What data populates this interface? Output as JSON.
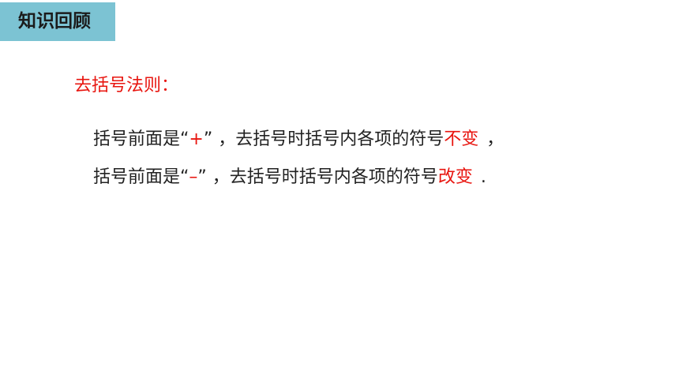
{
  "header": {
    "tag_label": "知识回顾"
  },
  "colors": {
    "tag_bg": "#7cc3d3",
    "accent_red": "#e8150f",
    "text": "#222222"
  },
  "rule": {
    "title": "去括号法则："
  },
  "lines": [
    {
      "prefix": "括号前面是“",
      "symbol": "+",
      "middle": "” ，去括号时括号内各项的符号",
      "highlight": "不变",
      "suffix": "，"
    },
    {
      "prefix": "括号前面是“",
      "symbol": "– ",
      "middle": "” ，去括号时括号内各项的符号",
      "highlight": "改变",
      "suffix": "."
    }
  ]
}
